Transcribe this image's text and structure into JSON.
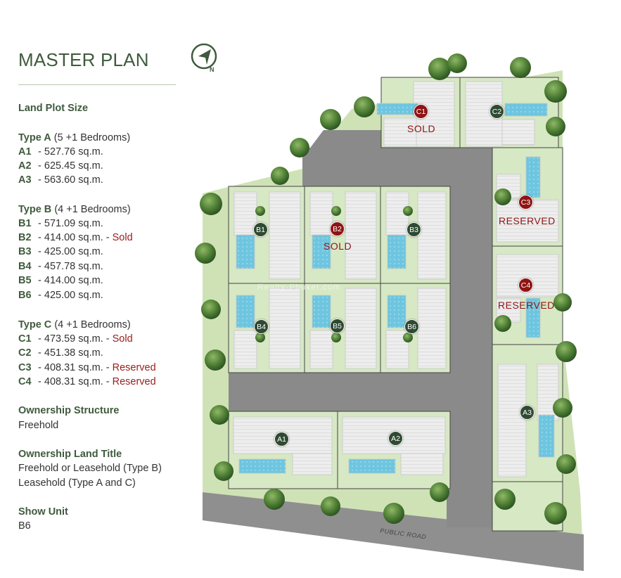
{
  "title": "MASTER PLAN",
  "land_plot_size": {
    "heading": "Land Plot Size",
    "types": [
      {
        "name": "Type A",
        "bedrooms": "(5 +1 Bedrooms)",
        "plots": [
          {
            "id": "A1",
            "area": "527.76",
            "unit": "sq.m.",
            "status": ""
          },
          {
            "id": "A2",
            "area": "625.45",
            "unit": "sq.m.",
            "status": ""
          },
          {
            "id": "A3",
            "area": "563.60",
            "unit": "sq.m.",
            "status": ""
          }
        ]
      },
      {
        "name": "Type B",
        "bedrooms": "(4 +1 Bedrooms)",
        "plots": [
          {
            "id": "B1",
            "area": "571.09",
            "unit": "sq.m.",
            "status": ""
          },
          {
            "id": "B2",
            "area": "414.00",
            "unit": "sq.m.",
            "status": "Sold"
          },
          {
            "id": "B3",
            "area": "425.00",
            "unit": "sq.m.",
            "status": ""
          },
          {
            "id": "B4",
            "area": "457.78",
            "unit": "sq.m.",
            "status": ""
          },
          {
            "id": "B5",
            "area": "414.00",
            "unit": "sq.m.",
            "status": ""
          },
          {
            "id": "B6",
            "area": "425.00",
            "unit": "sq.m.",
            "status": ""
          }
        ]
      },
      {
        "name": "Type C",
        "bedrooms": "(4 +1 Bedrooms)",
        "plots": [
          {
            "id": "C1",
            "area": "473.59",
            "unit": "sq.m.",
            "status": "Sold"
          },
          {
            "id": "C2",
            "area": "451.38",
            "unit": "sq.m.",
            "status": ""
          },
          {
            "id": "C3",
            "area": "408.31",
            "unit": "sq.m.",
            "status": "Reserved"
          },
          {
            "id": "C4",
            "area": "408.31",
            "unit": "sq.m.",
            "status": "Reserved"
          }
        ]
      }
    ]
  },
  "ownership_structure": {
    "heading": "Ownership Structure",
    "value": "Freehold"
  },
  "ownership_land_title": {
    "heading": "Ownership Land Title",
    "lines": [
      "Freehold or Leasehold (Type B)",
      "Leasehold (Type A and C)"
    ]
  },
  "show_unit": {
    "heading": "Show Unit",
    "value": "B6"
  },
  "map": {
    "compass_letter": "N",
    "road_label": "PUBLIC ROAD",
    "watermark": "Realty-Phuket.com",
    "plot_markers": [
      {
        "id": "C1",
        "status": "taken"
      },
      {
        "id": "C2",
        "status": "available"
      },
      {
        "id": "C3",
        "status": "taken"
      },
      {
        "id": "C4",
        "status": "taken"
      },
      {
        "id": "B1",
        "status": "available"
      },
      {
        "id": "B2",
        "status": "taken"
      },
      {
        "id": "B3",
        "status": "available"
      },
      {
        "id": "B4",
        "status": "available"
      },
      {
        "id": "B5",
        "status": "available"
      },
      {
        "id": "B6",
        "status": "available"
      },
      {
        "id": "A1",
        "status": "available"
      },
      {
        "id": "A2",
        "status": "available"
      },
      {
        "id": "A3",
        "status": "available"
      }
    ],
    "stamps": {
      "c1": "SOLD",
      "b2": "SOLD",
      "c3": "RESERVED",
      "c4": "RESERVED"
    }
  },
  "colors": {
    "heading": "#3f5a3d",
    "status_red": "#9b1b1b",
    "marker_available": "#2f4a32",
    "marker_taken": "#8f1414",
    "road": "#8a8a8a",
    "grass": "#cfe2b6",
    "pool": "#6ec5df"
  }
}
